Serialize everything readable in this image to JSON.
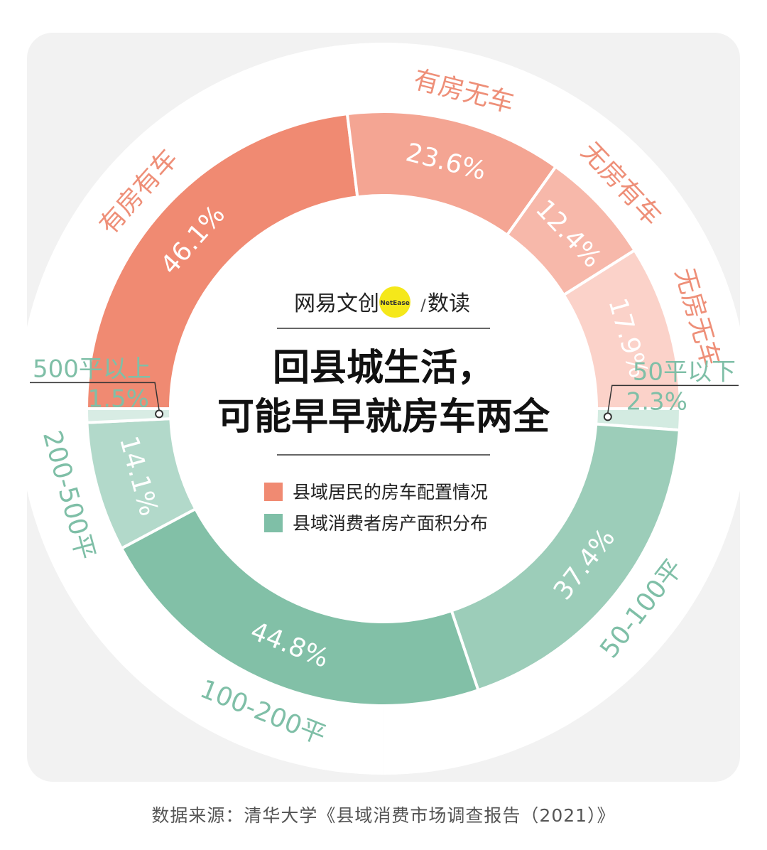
{
  "brand": {
    "name": "网易文创",
    "badge": "NetEase",
    "section": "数读",
    "badge_color": "#f5e81a"
  },
  "title": {
    "line1": "回县城生活，",
    "line2": "可能早早就房车两全"
  },
  "legend": [
    {
      "label": "县域居民的房车配置情况",
      "color": "#f08a72"
    },
    {
      "label": "县域消费者房产面积分布",
      "color": "#7fbfa7"
    }
  ],
  "source": "数据来源：清华大学《县域消费市场调查报告（2021）》",
  "colors": {
    "panel": "#f2f2f2",
    "divider": "#333333",
    "red_label": "#ee8f78",
    "green_label": "#7fbfa7"
  },
  "chart_data": [
    {
      "type": "pie",
      "title": "县域居民的房车配置情况",
      "categories": [
        "有房有车",
        "有房无车",
        "无房有车",
        "无房无车"
      ],
      "values": [
        46.1,
        23.6,
        12.4,
        17.9
      ],
      "value_labels": [
        "46.1%",
        "23.6%",
        "12.4%",
        "17.9%"
      ],
      "colors": [
        "#f08a72",
        "#f4a593",
        "#f7b8aa",
        "#fbd2c9"
      ]
    },
    {
      "type": "pie",
      "title": "县域消费者房产面积分布",
      "categories": [
        "50平以下",
        "50-100平",
        "100-200平",
        "200-500平",
        "500平以上"
      ],
      "values": [
        2.3,
        37.4,
        44.8,
        14.1,
        1.5
      ],
      "value_labels": [
        "2.3%",
        "37.4%",
        "44.8%",
        "14.1%",
        "1.5%"
      ],
      "colors": [
        "#d3ebe1",
        "#9ccdb9",
        "#82c0a7",
        "#b2d9ca",
        "#d8ece4"
      ]
    }
  ]
}
